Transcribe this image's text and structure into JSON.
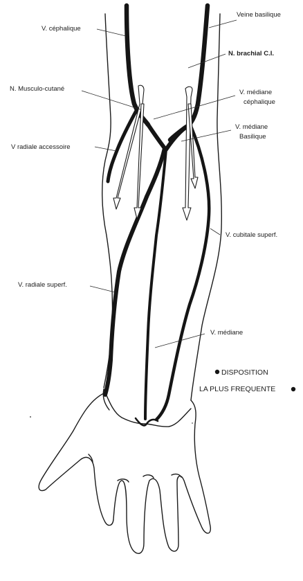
{
  "labels": {
    "v_cephalique": "V. céphalique",
    "veine_basilique": "Veine basilique",
    "n_brachial": "N. brachial C.I.",
    "n_musculo_cutane": "N. Musculo-cutané",
    "v_mediane_cephalique_1": "V. médiane",
    "v_mediane_cephalique_2": "céphalique",
    "v_mediane_basilique_1": "V. médiane",
    "v_mediane_basilique_2": "Basilique",
    "v_radiale_accessoire": "V radiale accessoire",
    "v_cubitale_superf": "V. cubitale superf.",
    "v_radiale_superf": "V. radiale superf.",
    "v_mediane": "V. médiane"
  },
  "footer_note": {
    "line1": "DISPOSITION",
    "line2": "LA PLUS FREQUENTE"
  },
  "colors": {
    "ink": "#151515",
    "paper": "#ffffff"
  }
}
